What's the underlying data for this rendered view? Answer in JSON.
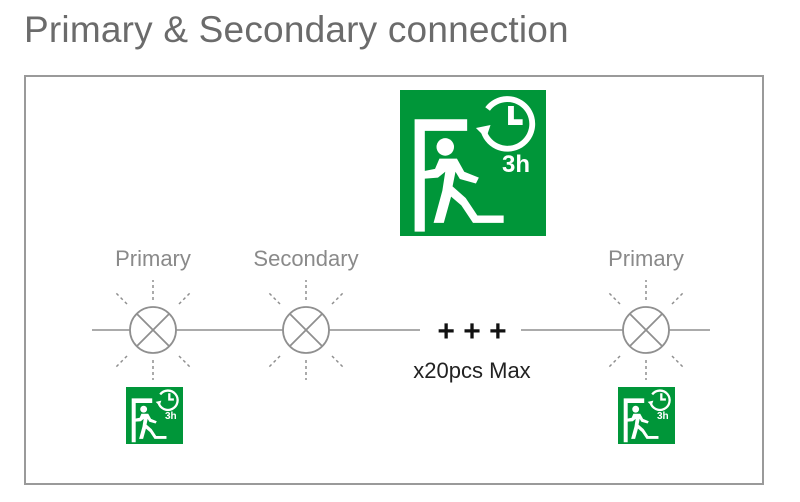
{
  "title": "Primary & Secondary connection",
  "labels": {
    "left_primary": "Primary",
    "secondary": "Secondary",
    "right_primary": "Primary",
    "plus": "+ + +",
    "max_count": "x20pcs Max"
  },
  "sign": {
    "duration": "3h"
  },
  "colors": {
    "sign_green": "#009639",
    "line_gray": "#8f8f8f",
    "text_gray": "#8a8a8a",
    "title_gray": "#6b6b6b"
  }
}
